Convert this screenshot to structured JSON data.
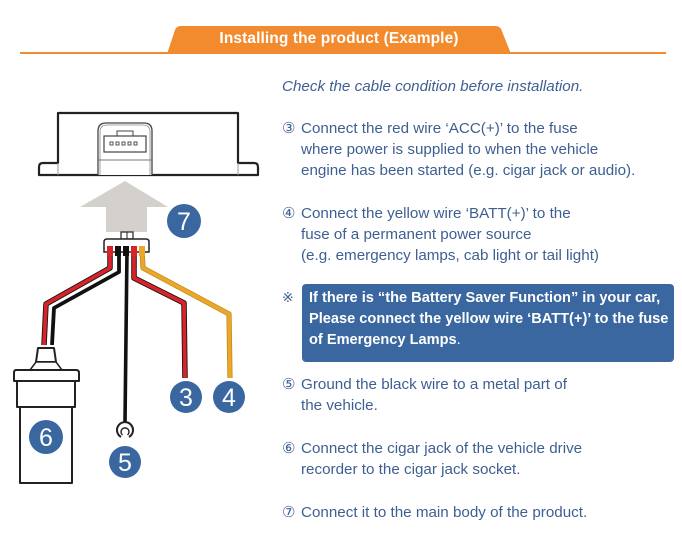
{
  "header": {
    "title": "Installing the product (Example)",
    "accent_color": "#f28a2e"
  },
  "intro": "Check the cable condition before installation.",
  "steps": [
    {
      "number": "③",
      "lines": [
        "Connect the red wire ‘ACC(+)’ to the fuse",
        "where power is supplied to when the vehicle",
        "engine has been started (e.g. cigar jack or audio)."
      ]
    },
    {
      "number": "④",
      "lines": [
        "Connect the yellow wire ‘BATT(+)’ to the",
        "fuse of a permanent power source",
        "(e.g. emergency lamps, cab light or tail light)"
      ]
    },
    {
      "number": "⑤",
      "lines": [
        "Ground the black wire to a metal part of",
        "the vehicle."
      ]
    },
    {
      "number": "⑥",
      "lines": [
        "Connect the cigar jack of the vehicle drive",
        "recorder to the cigar jack socket."
      ]
    },
    {
      "number": "⑦",
      "lines": [
        "Connect it to the main body of the product."
      ]
    }
  ],
  "note": {
    "mark": "※",
    "line1": "If there is “the Battery Saver Function” in your car,",
    "line2": "Please connect the yellow wire ‘BATT(+)’ to the fuse",
    "line3_prefix": "of ",
    "line3_bold": "Emergency Lamps",
    "line3_suffix": ".",
    "background_color": "#3a67a0"
  },
  "diagram": {
    "badges": {
      "acc": "3",
      "batt": "4",
      "ground": "5",
      "cigar_jack": "6",
      "main_body": "7"
    },
    "badge_color": "#3a67a0",
    "wire_colors": {
      "acc": "#d9232a",
      "batt": "#eaa72a",
      "ground": "#111111"
    },
    "arrow_color": "#d4d1cc"
  }
}
